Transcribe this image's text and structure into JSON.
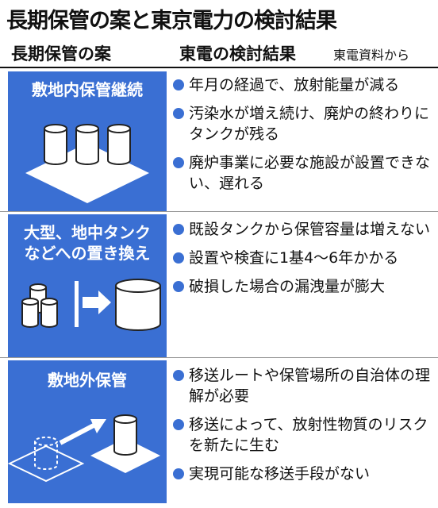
{
  "title": "長期保管の案と東京電力の検討結果",
  "header": {
    "left": "長期保管の案",
    "right": "東電の検討結果",
    "source": "東電資料から"
  },
  "rows": [
    {
      "option": "敷地内保管継続",
      "results": [
        "年月の経過で、放射能量が減る",
        "汚染水が増え続け、廃炉の終わりにタンクが残る",
        "廃炉事業に必要な施設が設置できない、遅れる"
      ]
    },
    {
      "option_line1": "大型、地中タンク",
      "option_line2": "などへの置き換え",
      "results": [
        "既設タンクから保管容量は増えない",
        "設置や検査に1基4〜6年かかる",
        "破損した場合の漏洩量が膨大"
      ]
    },
    {
      "option": "敷地外保管",
      "results": [
        "移送ルートや保管場所の自治体の理解が必要",
        "移送によって、放射性物質のリスクを新たに生む",
        "実現可能な移送手段がない"
      ]
    }
  ],
  "colors": {
    "panel": "#3a6fd3",
    "bullet": "#3a6fd3",
    "text": "#111111"
  }
}
